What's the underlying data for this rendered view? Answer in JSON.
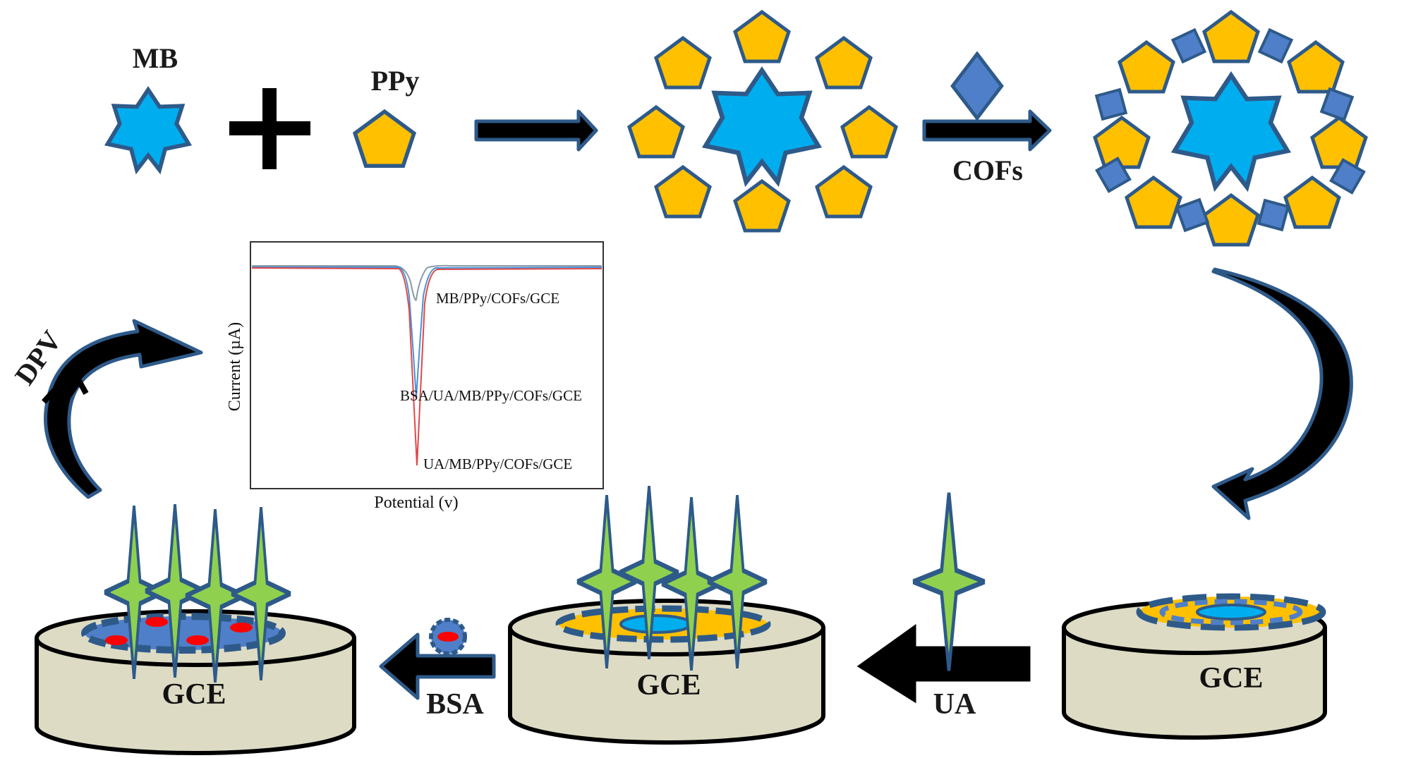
{
  "labels": {
    "mb": "MB",
    "ppy": "PPy",
    "cofs": "COFs",
    "ua": "UA",
    "bsa": "BSA",
    "dpv": "DPV",
    "gce": "GCE"
  },
  "plot": {
    "xlabel": "Potential (v)",
    "ylabel": "Current (µA)",
    "series": [
      {
        "name": "MB/PPy/COFs/GCE",
        "color": "#8a9aa8"
      },
      {
        "name": "BSA/UA/MB/PPy/COFs/GCE",
        "color": "#4a90d9"
      },
      {
        "name": "UA/MB/PPy/COFs/GCE",
        "color": "#e04848"
      }
    ]
  },
  "colors": {
    "mb_star": "#00aeef",
    "ppy_pentagon": "#ffc000",
    "cof_diamond": "#4f7fc8",
    "outline": "#2e5a8a",
    "ua_star": "#8fd14f",
    "bsa": "#ff0000",
    "electrode": "#dddbc4"
  }
}
